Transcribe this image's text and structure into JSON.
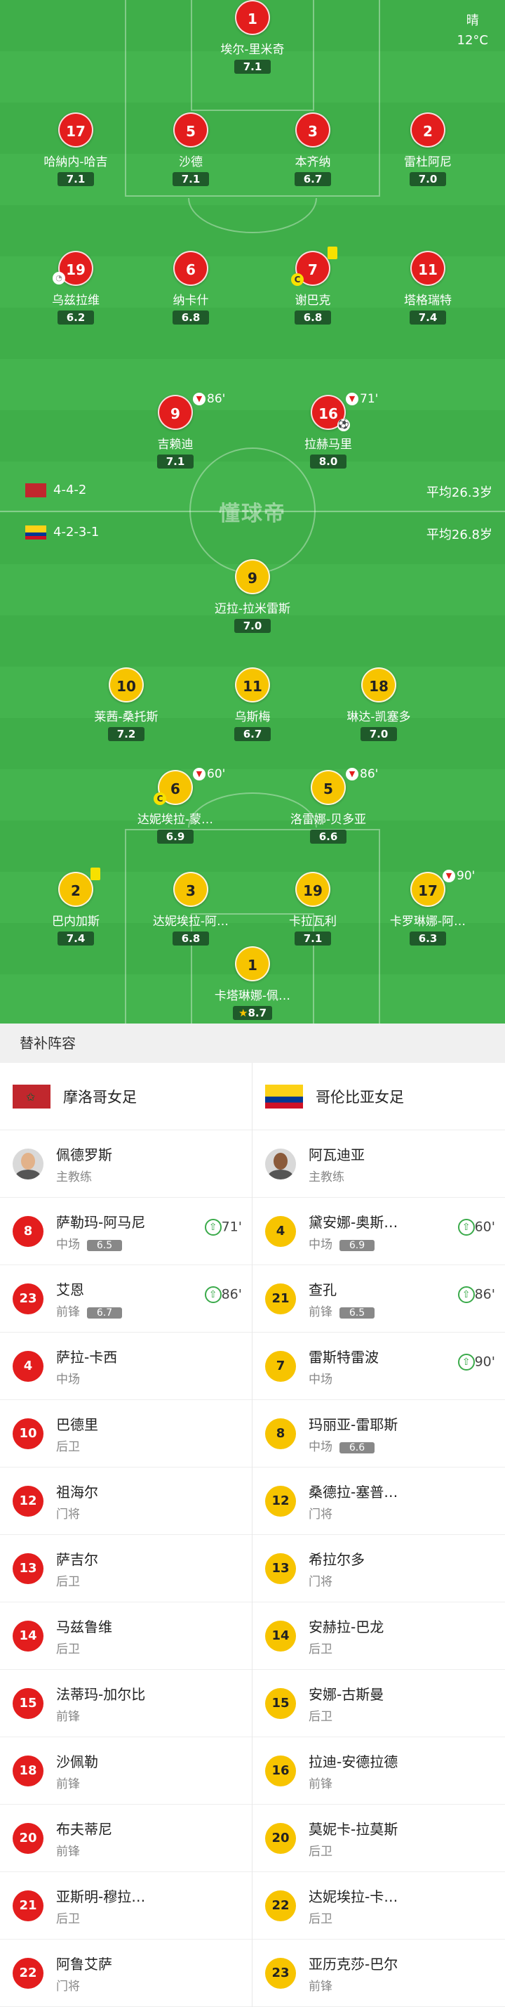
{
  "weather": {
    "condition": "晴",
    "temp": "12°C"
  },
  "watermark": "懂球帝",
  "formations": {
    "home": "4-4-2",
    "home_avg": "平均26.3岁",
    "away": "4-2-3-1",
    "away_avg": "平均26.8岁"
  },
  "colors": {
    "pitch": "#3fae49",
    "home": "#e31d1d",
    "away": "#f7c400"
  },
  "home_players": [
    {
      "num": "1",
      "name": "埃尔-里米奇",
      "rating": "7.1"
    },
    {
      "num": "17",
      "name": "哈納内-哈吉",
      "rating": "7.1"
    },
    {
      "num": "5",
      "name": "沙德",
      "rating": "7.1"
    },
    {
      "num": "3",
      "name": "本齐纳",
      "rating": "6.7"
    },
    {
      "num": "2",
      "name": "雷杜阿尼",
      "rating": "7.0"
    },
    {
      "num": "19",
      "name": "乌兹拉维",
      "rating": "6.2"
    },
    {
      "num": "6",
      "name": "纳卡什",
      "rating": "6.8"
    },
    {
      "num": "7",
      "name": "谢巴克",
      "rating": "6.8"
    },
    {
      "num": "11",
      "name": "塔格瑞特",
      "rating": "7.4"
    },
    {
      "num": "9",
      "name": "吉赖迪",
      "rating": "7.1",
      "sub": "86'"
    },
    {
      "num": "16",
      "name": "拉赫马里",
      "rating": "8.0",
      "sub": "71'"
    }
  ],
  "away_players": [
    {
      "num": "9",
      "name": "迈拉-拉米雷斯",
      "rating": "7.0"
    },
    {
      "num": "10",
      "name": "莱茜-桑托斯",
      "rating": "7.2"
    },
    {
      "num": "11",
      "name": "乌斯梅",
      "rating": "6.7"
    },
    {
      "num": "18",
      "name": "琳达-凯塞多",
      "rating": "7.0"
    },
    {
      "num": "6",
      "name": "达妮埃拉-蒙…",
      "rating": "6.9",
      "sub": "60'"
    },
    {
      "num": "5",
      "name": "洛雷娜-贝多亚",
      "rating": "6.6",
      "sub": "86'"
    },
    {
      "num": "2",
      "name": "巴内加斯",
      "rating": "7.4"
    },
    {
      "num": "3",
      "name": "达妮埃拉-阿…",
      "rating": "6.8"
    },
    {
      "num": "19",
      "name": "卡拉瓦利",
      "rating": "7.1"
    },
    {
      "num": "17",
      "name": "卡罗琳娜-阿…",
      "rating": "6.3",
      "sub": "90'"
    },
    {
      "num": "1",
      "name": "卡塔琳娜-佩…",
      "rating": "8.7"
    }
  ],
  "subs_title": "替补阵容",
  "home_team": {
    "name": "摩洛哥女足",
    "coach": {
      "name": "佩德罗斯",
      "role": "主教练"
    },
    "subs": [
      {
        "num": "8",
        "name": "萨勒玛-阿马尼",
        "pos": "中场",
        "rating": "6.5",
        "in": "71'"
      },
      {
        "num": "23",
        "name": "艾恩",
        "pos": "前锋",
        "rating": "6.7",
        "in": "86'"
      },
      {
        "num": "4",
        "name": "萨拉-卡西",
        "pos": "中场"
      },
      {
        "num": "10",
        "name": "巴德里",
        "pos": "后卫"
      },
      {
        "num": "12",
        "name": "祖海尔",
        "pos": "门将"
      },
      {
        "num": "13",
        "name": "萨吉尔",
        "pos": "后卫"
      },
      {
        "num": "14",
        "name": "马兹鲁维",
        "pos": "后卫"
      },
      {
        "num": "15",
        "name": "法蒂玛-加尔比",
        "pos": "前锋"
      },
      {
        "num": "18",
        "name": "沙佩勒",
        "pos": "前锋"
      },
      {
        "num": "20",
        "name": "布夫蒂尼",
        "pos": "前锋"
      },
      {
        "num": "21",
        "name": "亚斯明-穆拉…",
        "pos": "后卫"
      },
      {
        "num": "22",
        "name": "阿鲁艾萨",
        "pos": "门将"
      }
    ]
  },
  "away_team": {
    "name": "哥伦比亚女足",
    "coach": {
      "name": "阿瓦迪亚",
      "role": "主教练"
    },
    "subs": [
      {
        "num": "4",
        "name": "黛安娜-奥斯…",
        "pos": "中场",
        "rating": "6.9",
        "in": "60'"
      },
      {
        "num": "21",
        "name": "查孔",
        "pos": "前锋",
        "rating": "6.5",
        "in": "86'"
      },
      {
        "num": "7",
        "name": "雷斯特雷波",
        "pos": "中场",
        "in": "90'"
      },
      {
        "num": "8",
        "name": "玛丽亚-雷耶斯",
        "pos": "中场",
        "rating": "6.6"
      },
      {
        "num": "12",
        "name": "桑德拉-塞普…",
        "pos": "门将"
      },
      {
        "num": "13",
        "name": "希拉尔多",
        "pos": "门将"
      },
      {
        "num": "14",
        "name": "安赫拉-巴龙",
        "pos": "后卫"
      },
      {
        "num": "15",
        "name": "安娜-古斯曼",
        "pos": "后卫"
      },
      {
        "num": "16",
        "name": "拉迪-安德拉德",
        "pos": "前锋"
      },
      {
        "num": "20",
        "name": "莫妮卡-拉莫斯",
        "pos": "后卫"
      },
      {
        "num": "22",
        "name": "达妮埃拉-卡…",
        "pos": "后卫"
      },
      {
        "num": "23",
        "name": "亚历克莎-巴尔",
        "pos": "前锋"
      }
    ]
  }
}
